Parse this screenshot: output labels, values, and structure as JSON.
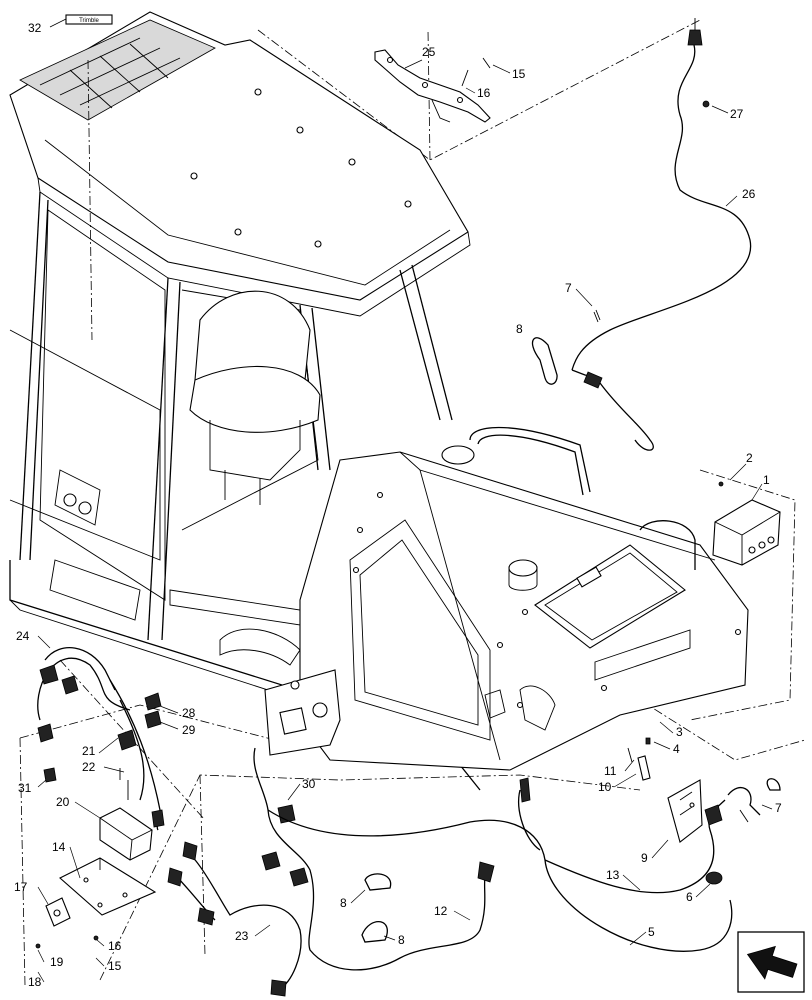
{
  "callouts": [
    {
      "text": "32"
    },
    {
      "text": "25"
    },
    {
      "text": "15"
    },
    {
      "text": "16"
    },
    {
      "text": "27"
    },
    {
      "text": "26"
    },
    {
      "text": "7"
    },
    {
      "text": "8"
    },
    {
      "text": "2"
    },
    {
      "text": "1"
    },
    {
      "text": "24"
    },
    {
      "text": "28"
    },
    {
      "text": "29"
    },
    {
      "text": "21"
    },
    {
      "text": "22"
    },
    {
      "text": "31"
    },
    {
      "text": "20"
    },
    {
      "text": "30"
    },
    {
      "text": "3"
    },
    {
      "text": "4"
    },
    {
      "text": "11"
    },
    {
      "text": "10"
    },
    {
      "text": "7"
    },
    {
      "text": "14"
    },
    {
      "text": "9"
    },
    {
      "text": "13"
    },
    {
      "text": "6"
    },
    {
      "text": "17"
    },
    {
      "text": "16"
    },
    {
      "text": "8"
    },
    {
      "text": "8"
    },
    {
      "text": "12"
    },
    {
      "text": "5"
    },
    {
      "text": "23"
    },
    {
      "text": "19"
    },
    {
      "text": "15"
    },
    {
      "text": "18"
    }
  ],
  "trimble_decal": "Trimble",
  "nav_icon": "next-page-arrow-icon"
}
